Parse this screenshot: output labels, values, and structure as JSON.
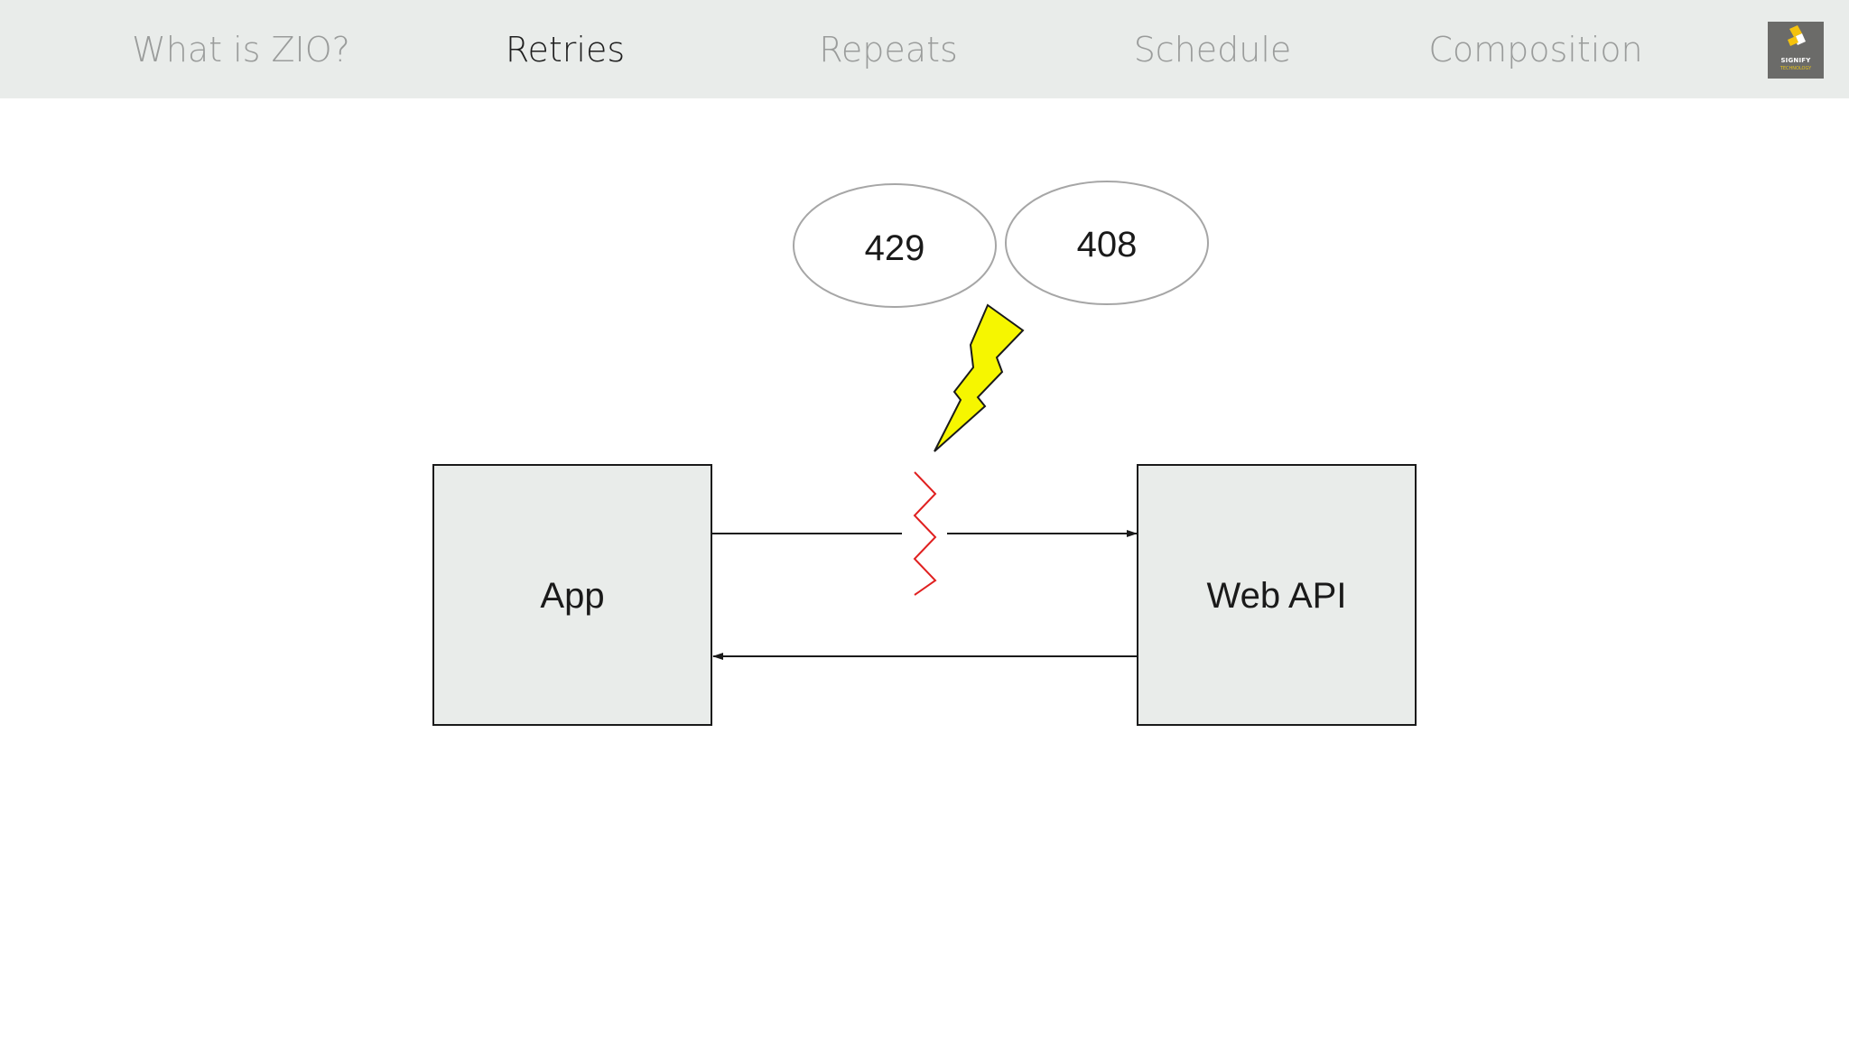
{
  "nav": {
    "tabs": [
      {
        "label": "What is ZIO?",
        "active": false
      },
      {
        "label": "Retries",
        "active": true
      },
      {
        "label": "Repeats",
        "active": false
      },
      {
        "label": "Schedule",
        "active": false
      },
      {
        "label": "Composition",
        "active": false
      }
    ],
    "logo": {
      "name": "SIGNIFY",
      "tagline": "TECHNOLOGY"
    }
  },
  "diagram": {
    "boxes": {
      "app": "App",
      "web_api": "Web API"
    },
    "error_codes": [
      "429",
      "408"
    ],
    "colors": {
      "box_fill": "#e9ecea",
      "bolt_fill": "#f6f600",
      "break_line": "#e02020",
      "nav_background": "#e9ecea",
      "logo_accent": "#e6c21a"
    }
  }
}
